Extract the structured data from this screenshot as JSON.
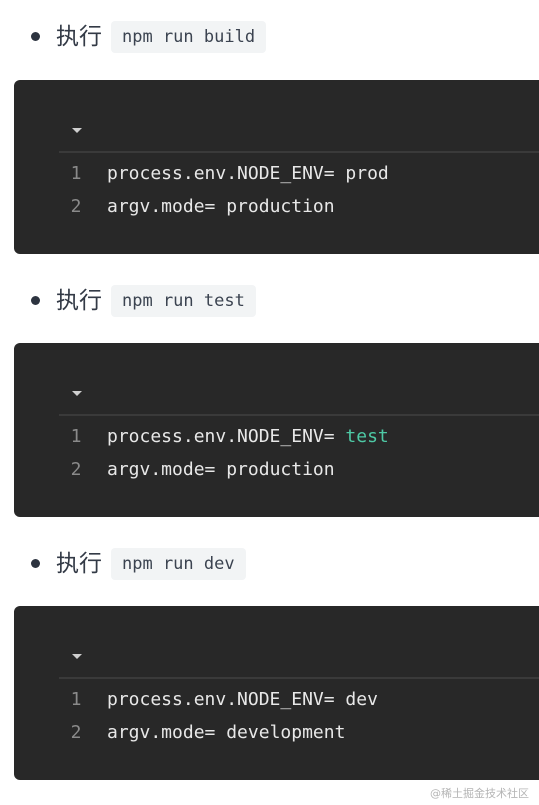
{
  "sections": [
    {
      "label": "执行",
      "command": "npm run build",
      "lines": [
        {
          "number": "1",
          "key": "process.env.NODE_ENV= ",
          "value": "prod"
        },
        {
          "number": "2",
          "key": "argv.mode= ",
          "value": "production"
        }
      ]
    },
    {
      "label": "执行",
      "command": "npm run test",
      "lines": [
        {
          "number": "1",
          "key": "process.env.NODE_ENV= ",
          "value": "test"
        },
        {
          "number": "2",
          "key": "argv.mode= ",
          "value": "production"
        }
      ]
    },
    {
      "label": "执行",
      "command": "npm run dev",
      "lines": [
        {
          "number": "1",
          "key": "process.env.NODE_ENV= ",
          "value": "dev"
        },
        {
          "number": "2",
          "key": "argv.mode= ",
          "value": "development"
        }
      ]
    }
  ],
  "watermark": "@稀土掘金技术社区",
  "colors": {
    "code_bg": "#282828",
    "highlight_value": "#4ec9a5",
    "inline_code_bg": "#f2f4f5"
  }
}
